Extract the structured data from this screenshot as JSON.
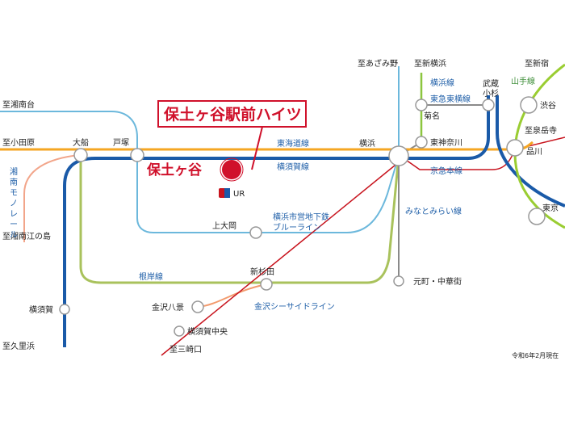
{
  "highlight": {
    "property_name": "保土ヶ谷駅前ハイツ",
    "station_name": "保土ヶ谷",
    "logo_text": "UR",
    "highlight_color": "#d0112b"
  },
  "colors": {
    "tokaido": "#f5a623",
    "yokosuka": "#1a5aa8",
    "blue_line": "#6cb8dc",
    "negishi": "#a9c25c",
    "keikyu": "#c8141e",
    "yokohama_line": "#8cc63f",
    "yamanote": "#9acd32",
    "shonan": "#f2a58a"
  },
  "directions": {
    "shonandai": "至湘南台",
    "odawara": "至小田原",
    "shonan_enoshima": "至湘南江の島",
    "kurihama": "至久里浜",
    "misakiguchi": "至三崎口",
    "azamino": "至あざみ野",
    "shinyokohama": "至新横浜",
    "shinjuku": "至新宿",
    "sengakuji": "至泉岳寺"
  },
  "stations": {
    "ofuna": "大船",
    "totsuka": "戸塚",
    "kamiooka": "上大岡",
    "shinsugita": "新杉田",
    "kanazawa_hakkei": "金沢八景",
    "yokosuka_chuo": "横須賀中央",
    "yokosuka": "横須賀",
    "yokohama": "横浜",
    "kikuna": "菊名",
    "higashikanagawa": "東神奈川",
    "motomachi": "元町・中華街",
    "musashikosugi": "武蔵\n小杉",
    "shibuya": "渋谷",
    "shinagawa": "品川",
    "tokyo": "東京"
  },
  "lines": {
    "tokaido": "東海道線",
    "yokosuka": "横須賀線",
    "blue_line_1": "横浜市営地下鉄",
    "blue_line_2": "ブルーライン",
    "negishi": "根岸線",
    "seaside": "金沢シーサイドライン",
    "shonan_monorail": "湘南モノレール",
    "yokohama_line": "横浜線",
    "toyoko": "東急東横線",
    "keikyu": "京急本線",
    "minatomirai": "みなとみらい線",
    "yamanote": "山手線"
  },
  "footnote": "令和6年2月現在"
}
